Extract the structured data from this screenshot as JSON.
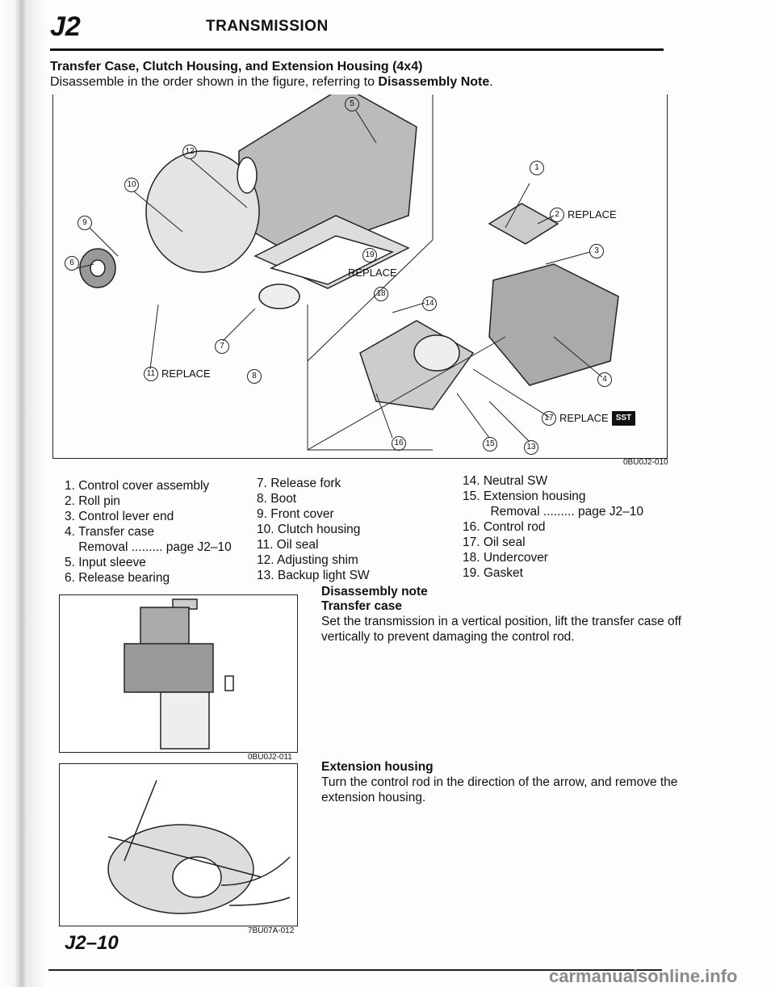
{
  "header": {
    "section_code": "J2",
    "title": "TRANSMISSION"
  },
  "section": {
    "title": "Transfer Case, Clutch Housing, and Extension Housing (4x4)",
    "intro_prefix": "Disassemble in the order shown in the figure, referring to ",
    "intro_bold": "Disassembly Note",
    "intro_suffix": "."
  },
  "figure_main": {
    "code": "0BU0J2-010",
    "replace": "REPLACE",
    "sst": "SST",
    "callouts": [
      "1",
      "2",
      "3",
      "4",
      "5",
      "6",
      "7",
      "8",
      "9",
      "10",
      "11",
      "12",
      "13",
      "14",
      "15",
      "16",
      "17",
      "18",
      "19"
    ]
  },
  "parts": {
    "col1": [
      "1. Control cover assembly",
      "2. Roll pin",
      "3. Control lever end",
      "4. Transfer case",
      "    Removal ......... page J2–10",
      "5. Input sleeve",
      "6. Release bearing"
    ],
    "col2": [
      "7. Release fork",
      "8. Boot",
      "9. Front cover",
      "10. Clutch housing",
      "11. Oil seal",
      "12. Adjusting shim",
      "13. Backup light SW"
    ],
    "col3": [
      "14. Neutral SW",
      "15. Extension housing",
      "        Removal ......... page J2–10",
      "16. Control rod",
      "17. Oil seal",
      "18. Undercover",
      "19. Gasket"
    ]
  },
  "notes": {
    "heading": "Disassembly note",
    "transfer": {
      "title": "Transfer case",
      "text": "Set the transmission in a vertical position, lift the transfer case off vertically to prevent damaging the control rod.",
      "fig_code": "0BU0J2-011"
    },
    "extension": {
      "title": "Extension housing",
      "text": "Turn the control rod in the direction of the arrow, and remove the extension housing.",
      "fig_code": "7BU07A-012"
    }
  },
  "footer": {
    "page": "J2–10",
    "watermark": "carmanualsonline.info"
  }
}
